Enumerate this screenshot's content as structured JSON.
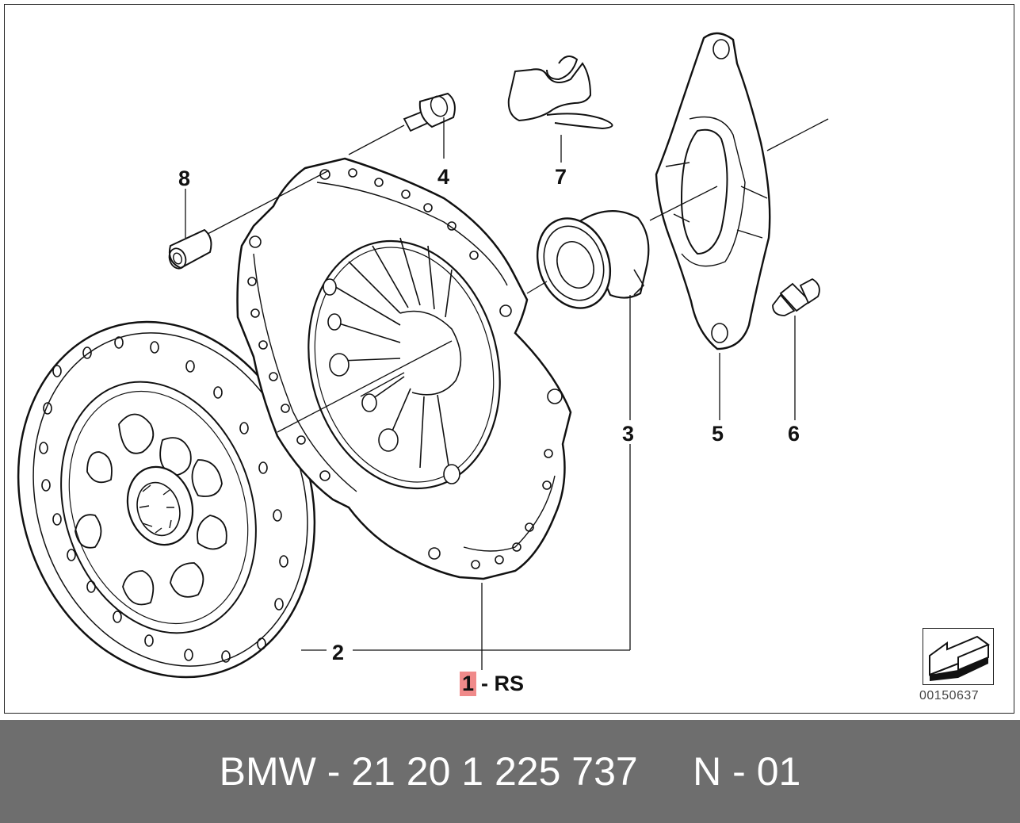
{
  "diagram": {
    "callouts": {
      "p2": "2",
      "p3": "3",
      "p4": "4",
      "p5": "5",
      "p6": "6",
      "p7": "7",
      "p8": "8"
    },
    "reference": {
      "number": "1",
      "suffix": "- RS",
      "highlight_color": "#f08a8a"
    },
    "image_code": "00150637",
    "nav_icon": "back-arrow-icon"
  },
  "footer": {
    "text": "BMW - 21 20 1 225 737     N - 01",
    "background": "#6e6e6e"
  }
}
